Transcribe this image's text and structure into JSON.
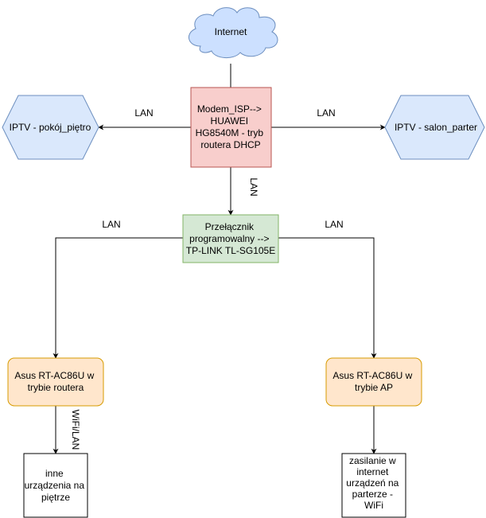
{
  "colors": {
    "cloud_fill": "#cce0ff",
    "cloud_stroke": "#6c8ebf",
    "hexagon_fill": "#dae8fc",
    "hexagon_stroke": "#6c8ebf",
    "modem_fill": "#f8cecc",
    "modem_stroke": "#b85450",
    "switch_fill": "#d5e8d4",
    "switch_stroke": "#82b366",
    "router_fill": "#ffe6cc",
    "router_stroke": "#d79b00",
    "device_fill": "#ffffff",
    "device_stroke": "#000000",
    "edge": "#000000"
  },
  "nodes": {
    "internet": {
      "label": [
        "Internet"
      ],
      "shape": "cloud"
    },
    "modem": {
      "label": [
        "Modem_ISP-->",
        "HUAWEI",
        "HG8540M - tryb",
        "routera DHCP"
      ],
      "shape": "rectangle"
    },
    "iptv_left": {
      "label": [
        "IPTV - pokój_piętro"
      ],
      "shape": "hexagon"
    },
    "iptv_right": {
      "label": [
        "IPTV - salon_parter"
      ],
      "shape": "hexagon"
    },
    "switch": {
      "label": [
        "Przełącznik",
        "programowalny -->",
        "TP-LINK TL-SG105E"
      ],
      "shape": "rectangle"
    },
    "router_left": {
      "label": [
        "Asus RT-AC86U w",
        "trybie routera"
      ],
      "shape": "rounded-rectangle"
    },
    "router_right": {
      "label": [
        "Asus RT-AC86U w",
        "trybie AP"
      ],
      "shape": "rounded-rectangle"
    },
    "devices_left": {
      "label": [
        "inne",
        "urządzenia na",
        "piętrze"
      ],
      "shape": "rectangle"
    },
    "devices_right": {
      "label": [
        "zasilanie w",
        "internet",
        "urządzeń na",
        "parterze -",
        "WiFi"
      ],
      "shape": "rectangle"
    }
  },
  "edges": [
    {
      "from": "internet",
      "to": "modem",
      "label": "",
      "arrow": false
    },
    {
      "from": "modem",
      "to": "iptv_left",
      "label": "LAN",
      "arrow": true
    },
    {
      "from": "modem",
      "to": "iptv_right",
      "label": "LAN",
      "arrow": true
    },
    {
      "from": "modem",
      "to": "switch",
      "label": "LAN",
      "arrow": true
    },
    {
      "from": "switch",
      "to": "router_left",
      "label": "LAN",
      "arrow": true
    },
    {
      "from": "switch",
      "to": "router_right",
      "label": "LAN",
      "arrow": true
    },
    {
      "from": "router_left",
      "to": "devices_left",
      "label": "WiFi/LAN",
      "arrow": true
    },
    {
      "from": "router_right",
      "to": "devices_right",
      "label": "",
      "arrow": true
    }
  ]
}
